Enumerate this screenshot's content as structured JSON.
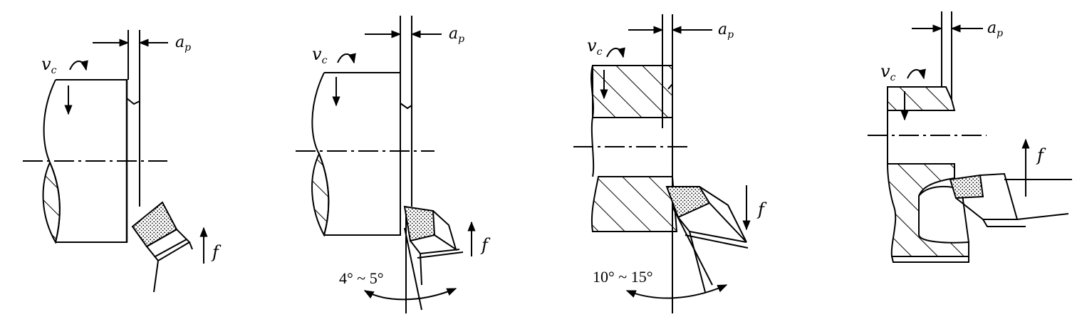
{
  "colors": {
    "ink": "#000000",
    "paper": "#ffffff"
  },
  "figures": [
    {
      "id": "fig1",
      "labels": {
        "vc": "v",
        "vc_sub": "c",
        "ap": "a",
        "ap_sub": "p",
        "f": "f"
      }
    },
    {
      "id": "fig2",
      "labels": {
        "vc": "v",
        "vc_sub": "c",
        "ap": "a",
        "ap_sub": "p",
        "f": "f",
        "angle": "4° ~ 5°"
      }
    },
    {
      "id": "fig3",
      "labels": {
        "vc": "v",
        "vc_sub": "c",
        "ap": "a",
        "ap_sub": "p",
        "f": "f",
        "angle": "10° ~ 15°"
      }
    },
    {
      "id": "fig4",
      "labels": {
        "vc": "v",
        "vc_sub": "c",
        "ap": "a",
        "ap_sub": "p",
        "f": "f"
      }
    }
  ]
}
